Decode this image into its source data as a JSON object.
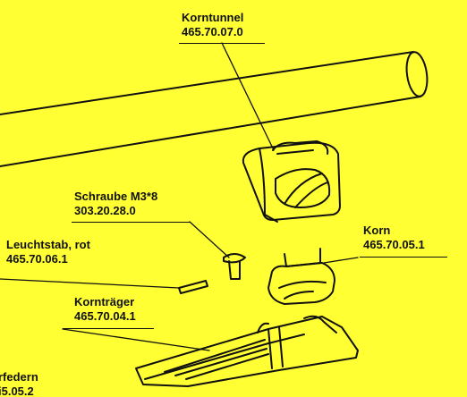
{
  "colors": {
    "background": "#ffff33",
    "ink": "#111111"
  },
  "parts": {
    "korntunnel": {
      "name": "Korntunnel",
      "number": "465.70.07.0"
    },
    "schraube": {
      "name": "Schraube M3*8",
      "number": "303.20.28.0"
    },
    "korn": {
      "name": "Korn",
      "number": "465.70.05.1"
    },
    "leuchtstab": {
      "name": "Leuchtstab, rot",
      "number": "465.70.06.1"
    },
    "korntraeger": {
      "name": "Kornträger",
      "number": "465.70.04.1"
    },
    "federn_partial": {
      "name": "rfedern",
      "number": "i5.05.2"
    }
  }
}
